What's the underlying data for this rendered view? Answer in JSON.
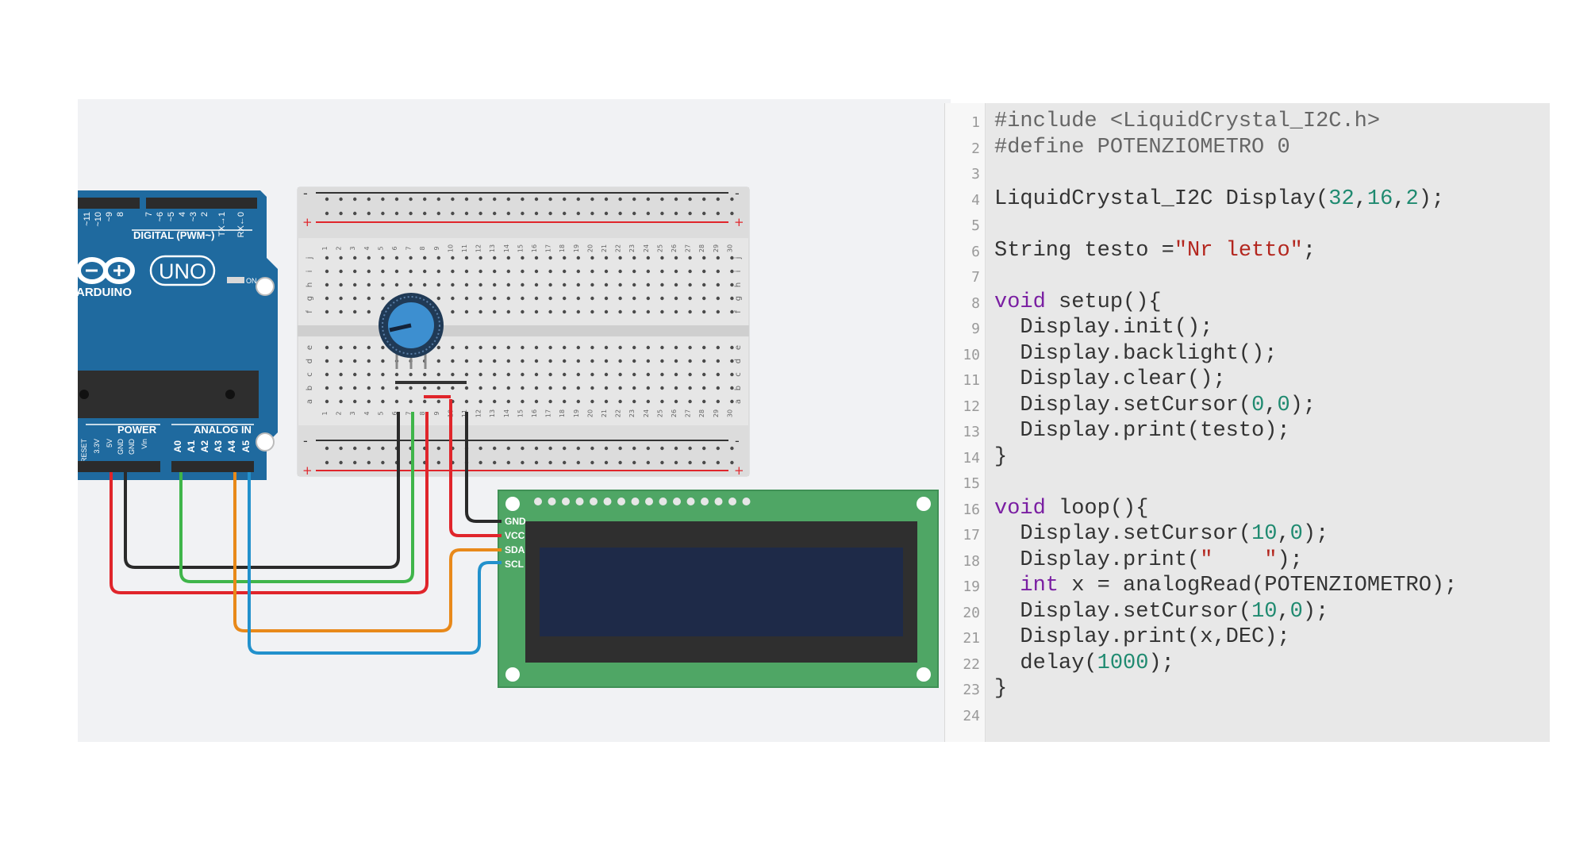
{
  "arduino": {
    "brand": "ARDUINO",
    "model": "UNO",
    "digital_label": "DIGITAL (PWM~)",
    "power_label": "POWER",
    "analog_label": "ANALOG IN",
    "on_label": "ON",
    "digital_pins": [
      "~11",
      "~10",
      "~9",
      "8",
      "7",
      "~6",
      "~5",
      "4",
      "~3",
      "2",
      "TX→1",
      "RX←0"
    ],
    "power_pins": [
      "RESET",
      "3.3V",
      "5V",
      "GND",
      "GND",
      "Vin"
    ],
    "analog_pins": [
      "A0",
      "A1",
      "A2",
      "A3",
      "A4",
      "A5"
    ]
  },
  "breadboard": {
    "columns": [
      "1",
      "2",
      "3",
      "4",
      "5",
      "6",
      "7",
      "8",
      "9",
      "10",
      "11",
      "12",
      "13",
      "14",
      "15",
      "16",
      "17",
      "18",
      "19",
      "20",
      "21",
      "22",
      "23",
      "24",
      "25",
      "26",
      "27",
      "28",
      "29",
      "30"
    ],
    "rows_top": [
      "j",
      "i",
      "h",
      "g",
      "f"
    ],
    "rows_bottom": [
      "e",
      "d",
      "c",
      "b",
      "a"
    ],
    "rail_minus": "-",
    "rail_plus": "+"
  },
  "lcd": {
    "pins": [
      "GND",
      "VCC",
      "SDA",
      "SCL"
    ]
  },
  "colors": {
    "red": "#e0252b",
    "black": "#2a2a2a",
    "green": "#3fb54a",
    "orange": "#e8891a",
    "blue": "#2291cc",
    "arduino": "#1f6a9f",
    "lcd_board": "#4fa665",
    "lcd_screen": "#1e2a48"
  },
  "code": {
    "lines": [
      "#include <LiquidCrystal_I2C.h>",
      "#define POTENZIOMETRO 0",
      "",
      "LiquidCrystal_I2C Display(32,16,2);",
      "",
      "String testo =\"Nr letto\";",
      "",
      "void setup(){",
      "  Display.init();",
      "  Display.backlight();",
      "  Display.clear();",
      "  Display.setCursor(0,0);",
      "  Display.print(testo);",
      "}",
      "",
      "void loop(){",
      "  Display.setCursor(10,0);",
      "  Display.print(\"    \");",
      "  int x = analogRead(POTENZIOMETRO);",
      "  Display.setCursor(10,0);",
      "  Display.print(x,DEC);",
      "  delay(1000);",
      "}",
      ""
    ]
  }
}
